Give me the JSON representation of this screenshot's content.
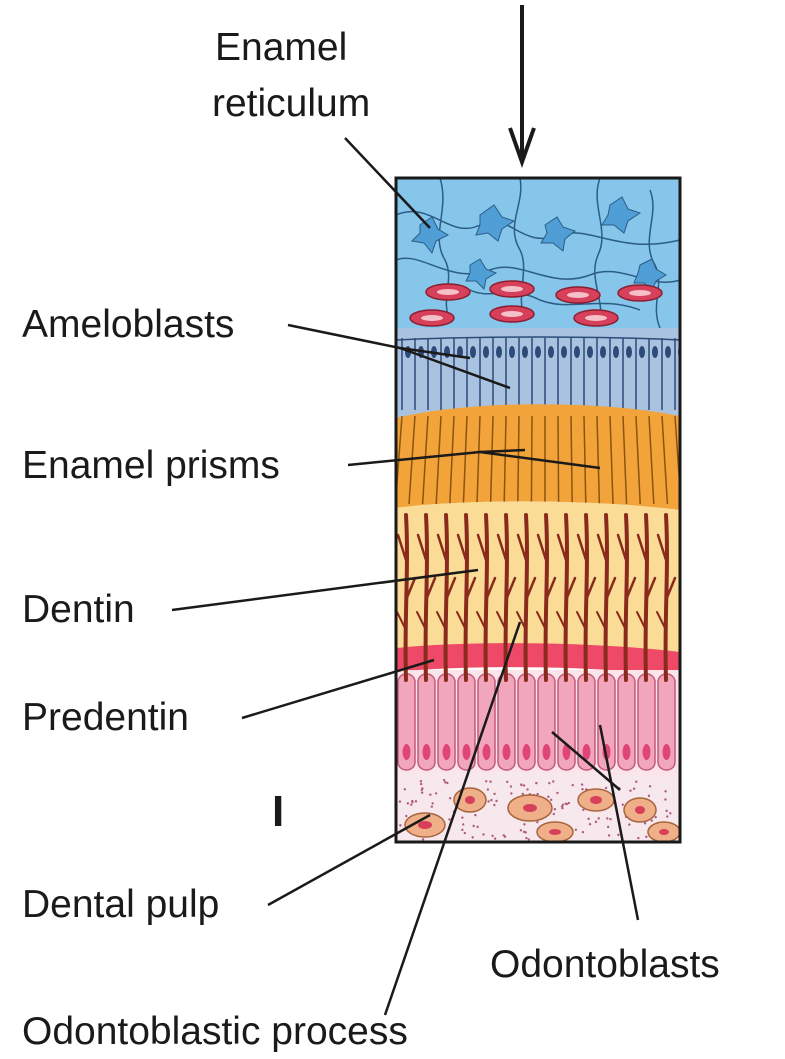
{
  "labels": {
    "enamel_reticulum_line1": "Enamel",
    "enamel_reticulum_line2": "reticulum",
    "ameloblasts": "Ameloblasts",
    "enamel_prisms": "Enamel prisms",
    "dentin": "Dentin",
    "predentin": "Predentin",
    "dental_pulp": "Dental pulp",
    "odontoblasts": "Odontoblasts",
    "odontoblastic_process": "Odontoblastic process",
    "panel_marker": "I"
  },
  "colors": {
    "enamel_reticulum": "#86c6ea",
    "reticulum_cells": "#4f9fd6",
    "ameloblast_nuclei": "#d6405a",
    "ameloblasts": "#a9c2e0",
    "enamel_prisms": "#f2a33a",
    "dentin": "#fbdc96",
    "odontoblastic_process": "#8a2a1c",
    "predentin": "#ee4a68",
    "odontoblasts": "#f2a6bc",
    "dental_pulp": "#f6e8ec",
    "pulp_cells": "#efb089",
    "outline": "#1a1a1a"
  }
}
